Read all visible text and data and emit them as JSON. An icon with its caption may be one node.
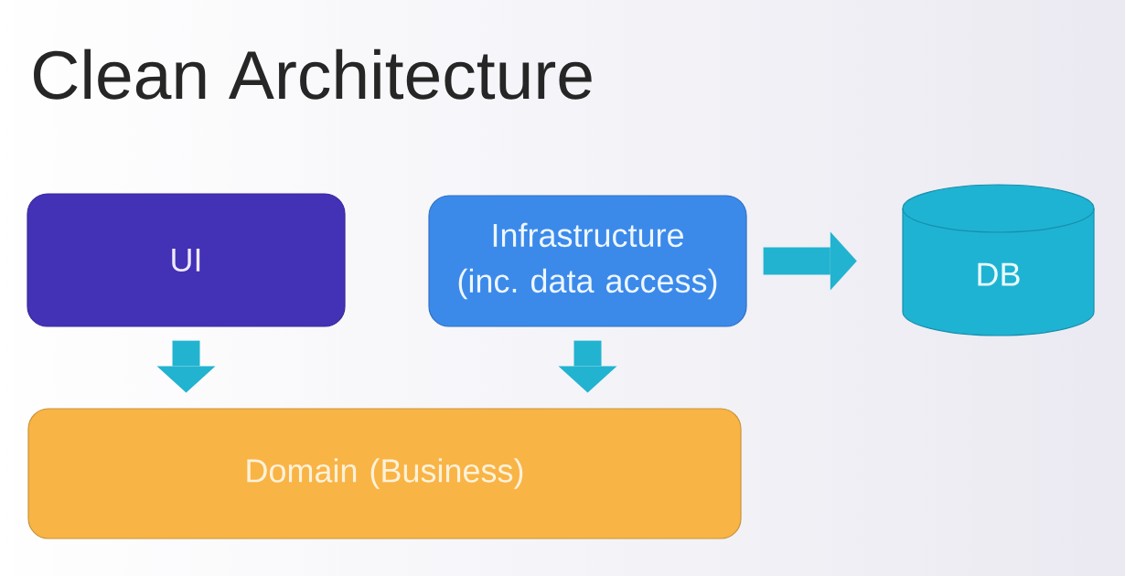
{
  "diagram": {
    "title": "Clean Architecture",
    "nodes": [
      {
        "text": [
          "UI"
        ]
      },
      {
        "text": [
          "Infrastructure (inc. data access)"
        ]
      },
      {
        "text": [
          "DB"
        ]
      },
      {
        "text": [
          "Domain (Business)"
        ]
      }
    ],
    "edges": [
      {
        "from": 0,
        "to": 3,
        "arrow": "to"
      },
      {
        "from": 1,
        "to": 3,
        "arrow": "to"
      },
      {
        "from": 1,
        "to": 2,
        "arrow": "to"
      }
    ]
  }
}
